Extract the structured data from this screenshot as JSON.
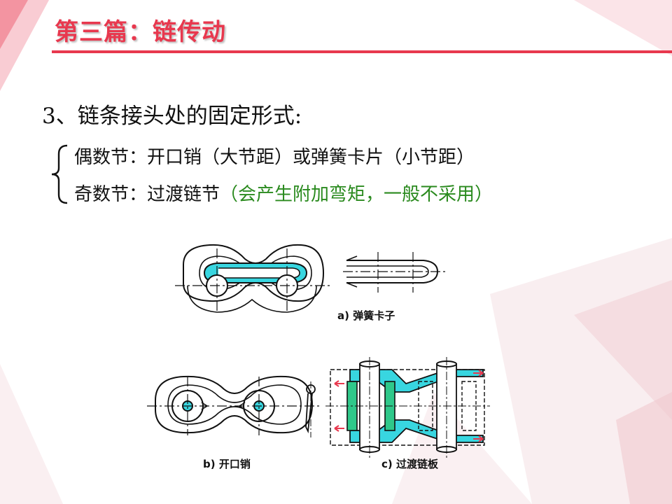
{
  "slide": {
    "title": "第三篇：链传动",
    "heading": "3、链条接头处的固定形式:",
    "even": {
      "label": "偶数节：",
      "text": "开口销（大节距）或弹簧卡片（小节距）"
    },
    "odd": {
      "label": "奇数节：",
      "text": "过渡链节",
      "note": "（会产生附加弯矩，一般不采用）"
    },
    "colors": {
      "title": "#e8384e",
      "note": "#2a8a1e",
      "plate_fill": "#38d6e0",
      "roller_fill": "#2fc88a"
    }
  },
  "figures": {
    "a_caption": "a) 弹簧卡子",
    "b_caption": "b) 开口销",
    "c_caption": "c) 过渡链板"
  }
}
